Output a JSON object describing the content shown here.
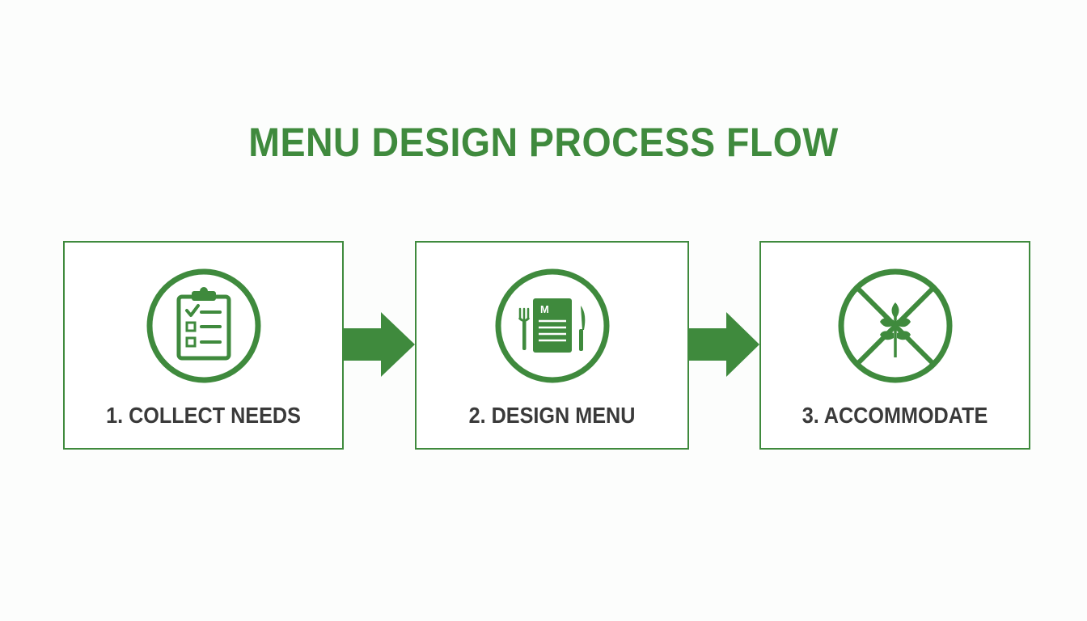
{
  "title": "MENU DESIGN PROCESS FLOW",
  "colors": {
    "primary_green": "#3f8a3d",
    "label_text": "#3a3a3a",
    "background": "#fcfdfc"
  },
  "steps": [
    {
      "label": "1. COLLECT NEEDS",
      "icon": "clipboard-checklist-icon"
    },
    {
      "label": "2. DESIGN MENU",
      "icon": "menu-card-utensils-icon"
    },
    {
      "label": "3. ACCOMMODATE",
      "icon": "no-plant-allergen-icon"
    }
  ],
  "menu_icon_letter": "M"
}
